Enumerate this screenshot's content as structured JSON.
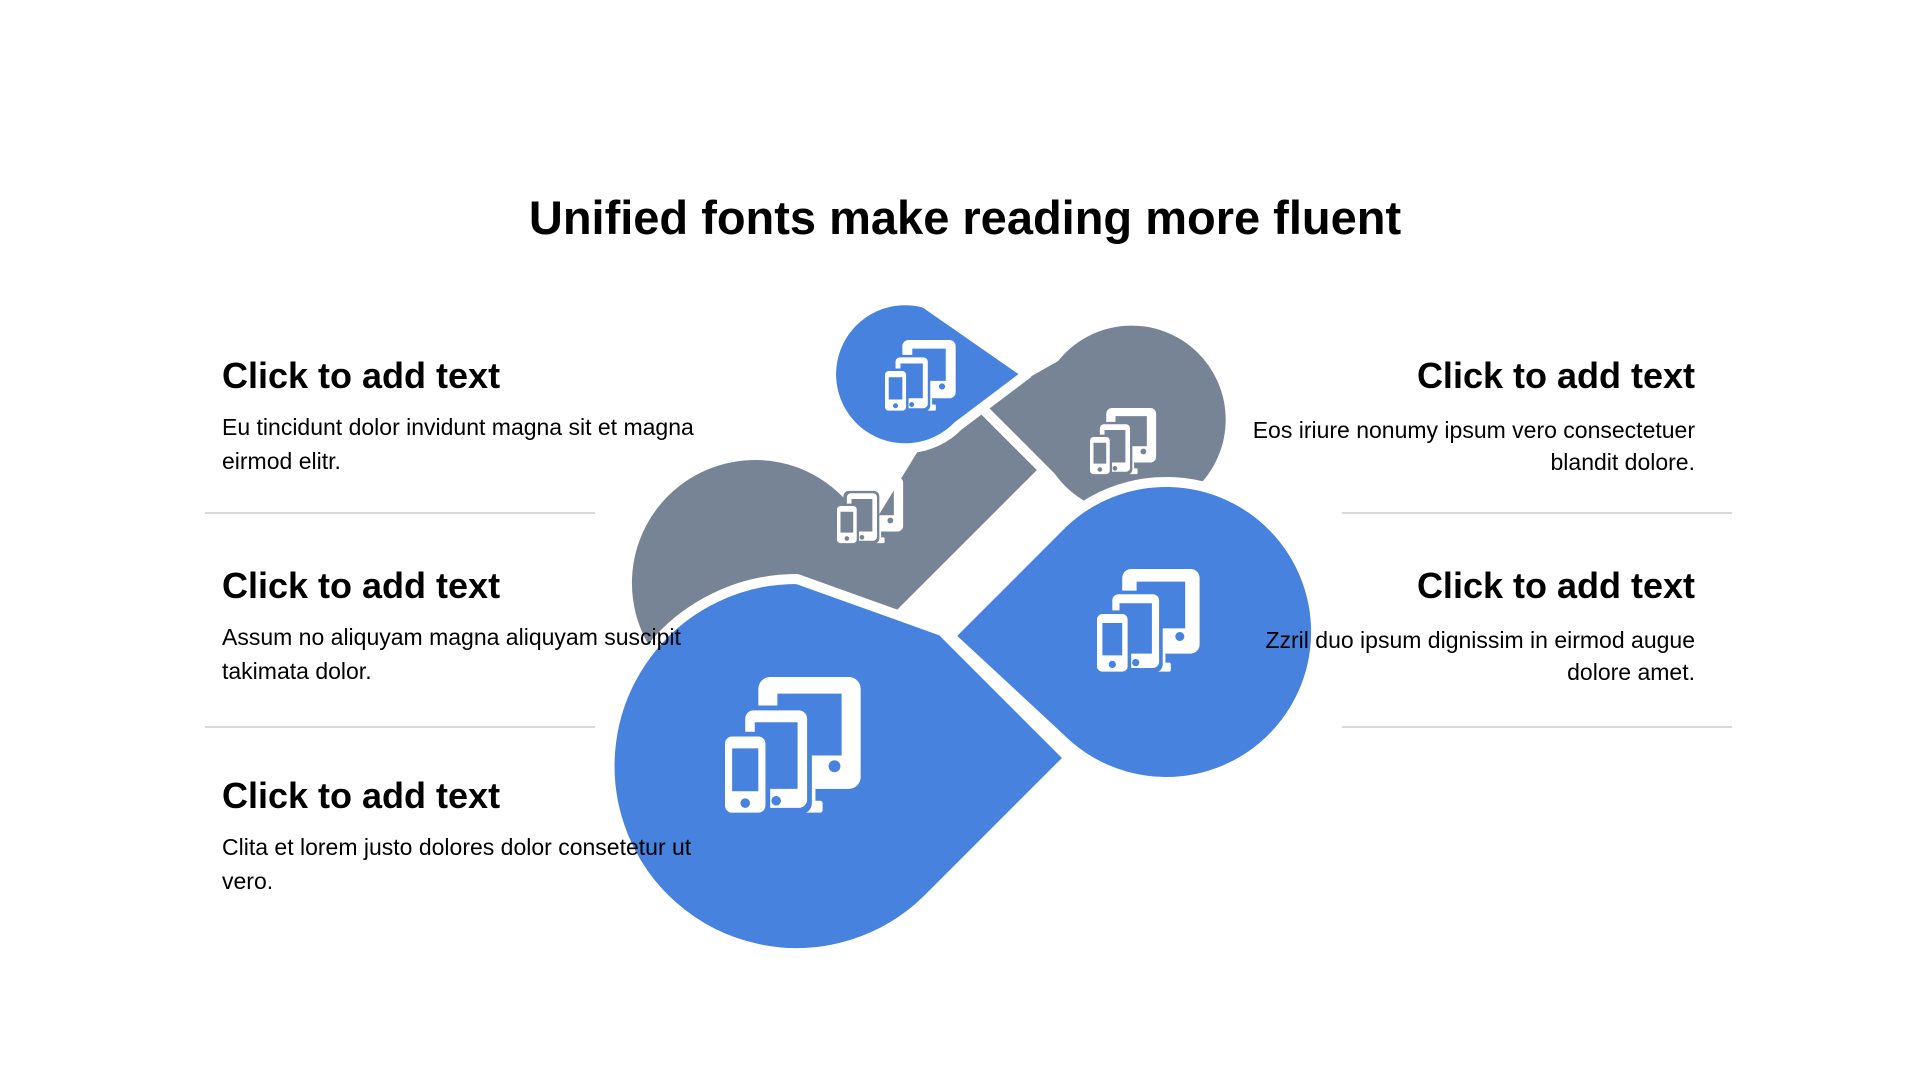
{
  "title": "Unified fonts make reading more fluent",
  "colors": {
    "blue": "#4682DE",
    "gray": "#778496",
    "icon": "#FFFFFF",
    "divider": "#D9D9D9",
    "text": "#000000"
  },
  "icon_name": "devices-icon",
  "left_items": [
    {
      "heading": "Click to add text",
      "body": "Eu tincidunt dolor invidunt magna sit et magna eirmod elitr."
    },
    {
      "heading": "Click to add text",
      "body": "Assum no aliquyam magna aliquyam suscipit takimata dolor."
    },
    {
      "heading": "Click to add text",
      "body": "Clita et lorem justo dolores dolor consetetur ut vero."
    }
  ],
  "right_items": [
    {
      "heading": "Click to add text",
      "body": "Eos iriure nonumy ipsum vero consectetuer blandit dolore."
    },
    {
      "heading": "Click to add text",
      "body": "Zzril duo ipsum dignissim in eirmod augue dolore amet."
    }
  ]
}
